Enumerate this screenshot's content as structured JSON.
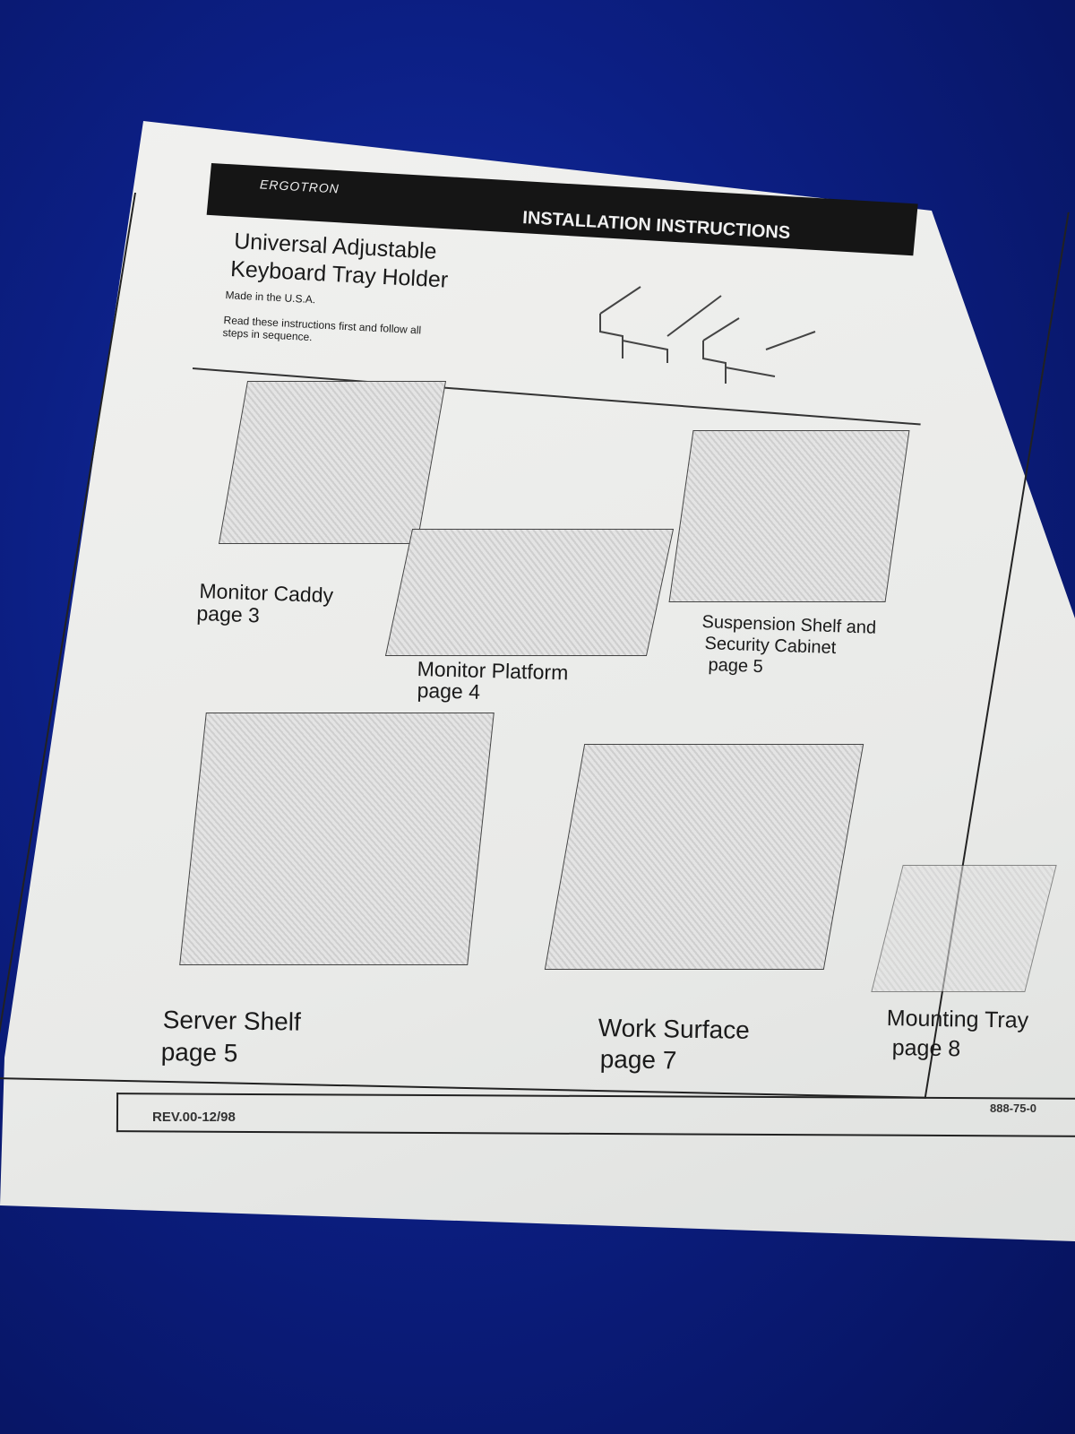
{
  "header": {
    "brand": "ERGOTRON",
    "banner": "INSTALLATION INSTRUCTIONS"
  },
  "title": {
    "line1": "Universal Adjustable",
    "line2": "Keyboard Tray Holder",
    "origin": "Made in the U.S.A.",
    "note_line1": "Read these instructions first and follow all",
    "note_line2": "steps in sequence."
  },
  "sections": [
    {
      "name": "Monitor Caddy",
      "page": "page 3"
    },
    {
      "name": "Monitor Platform",
      "page": "page 4"
    },
    {
      "name": "Suspension Shelf and",
      "name2": "Security Cabinet",
      "page": "page 5"
    },
    {
      "name": "Server Shelf",
      "page": "page 5"
    },
    {
      "name": "Work Surface",
      "page": "page 7"
    },
    {
      "name": "Mounting Tray",
      "page": "page 8"
    }
  ],
  "footer": {
    "revision": "REV.00-12/98",
    "part_number": "888-75-0"
  },
  "colors": {
    "background": "#0b1c78",
    "paper": "#eeeeec",
    "ink": "#1a1a1a"
  }
}
